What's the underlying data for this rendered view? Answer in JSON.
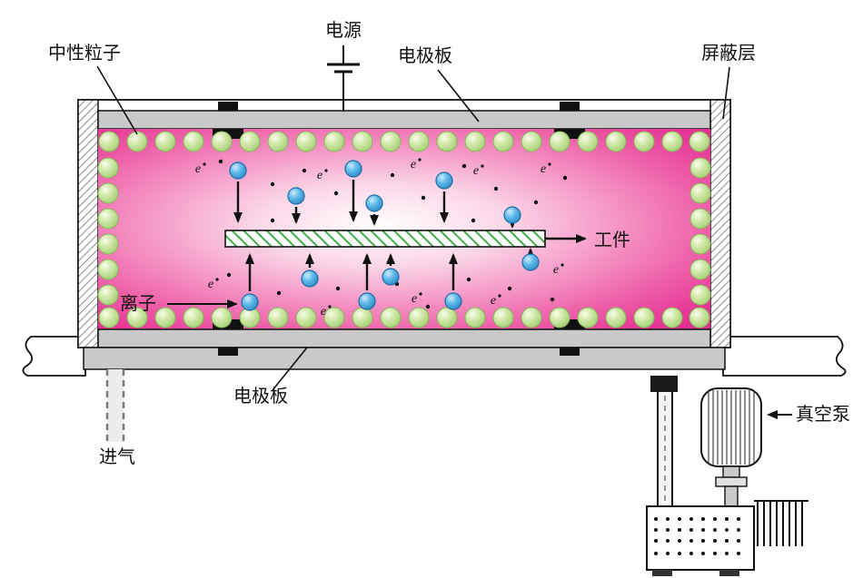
{
  "diagram": {
    "labels": {
      "power": "电源",
      "neutral_particles": "中性粒子",
      "electrode_top": "电极板",
      "shield_layer": "屏蔽层",
      "workpiece": "工件",
      "ion": "离子",
      "electrode_bottom": "电极板",
      "gas_inlet": "进气",
      "vacuum_pump": "真空泵",
      "electron": "e"
    },
    "colors": {
      "plasma_center": "#ffffff",
      "plasma_edge": "#e32d90",
      "neutral_particle_green": "#a3cf72",
      "ion_blue": "#4aa8dc",
      "electrode_gray": "#c9c9c9",
      "workpiece_hatch_green": "#3fae49"
    }
  }
}
